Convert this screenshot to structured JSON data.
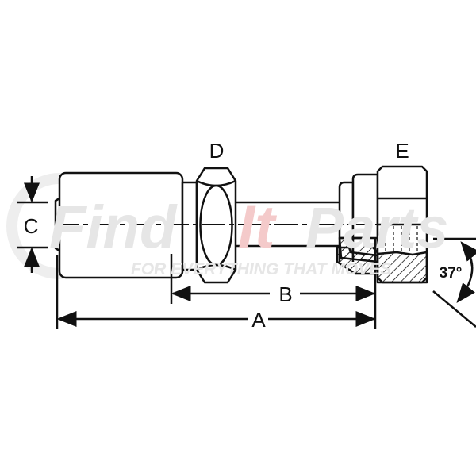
{
  "watermark": {
    "brand_part1": "Find",
    "brand_part2": "It",
    "brand_part3": "Parts",
    "tagline": "FOR EVERYTHING THAT MOVES"
  },
  "labels": {
    "a": "A",
    "b": "B",
    "c": "C",
    "d": "D",
    "e": "E",
    "angle": "37°"
  },
  "colors": {
    "line": "#111111",
    "watermark_grey": "#ececec",
    "watermark_pink": "#f6d3d3"
  }
}
